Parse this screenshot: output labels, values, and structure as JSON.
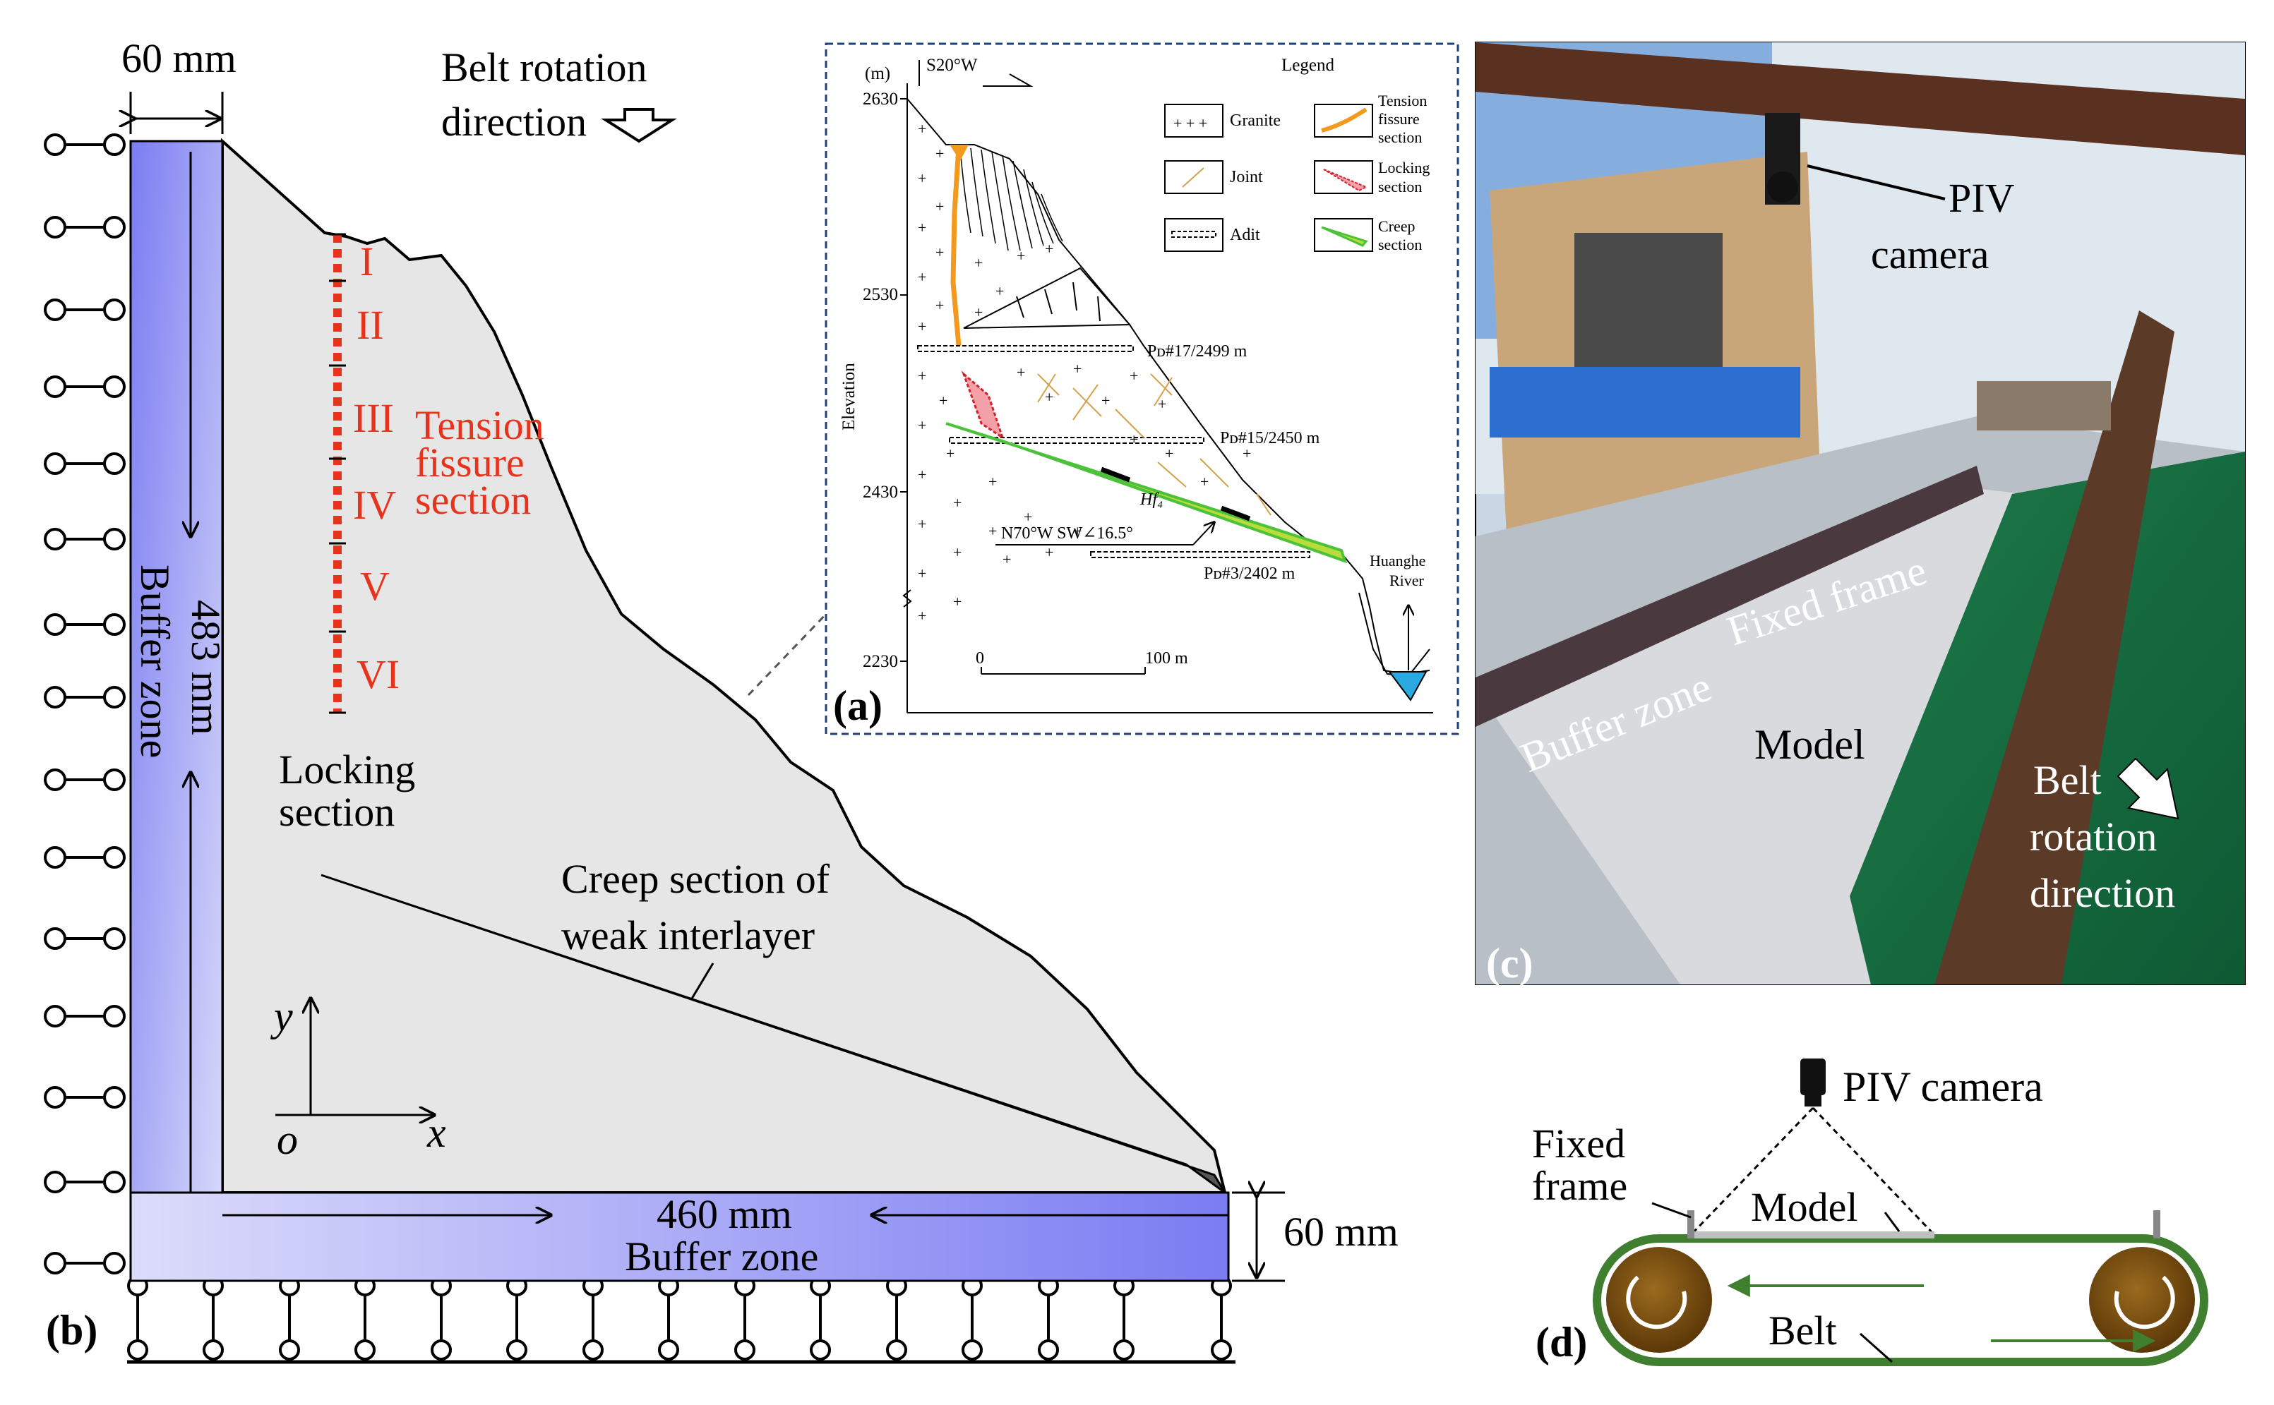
{
  "panel_b": {
    "label": "(b)",
    "top_width_label": "60 mm",
    "belt_label_line1": "Belt rotation",
    "belt_label_line2": "direction",
    "section_marks": [
      "I",
      "II",
      "III",
      "IV",
      "V",
      "VI"
    ],
    "tension_line1": "Tension",
    "tension_line2": "fissure",
    "tension_line3": "section",
    "height_label": "483 mm",
    "left_buffer_label": "Buffer zone",
    "locking_line1": "Locking",
    "locking_line2": "section",
    "creep_line1": "Creep section of",
    "creep_line2": "weak interlayer",
    "axis_y": "y",
    "axis_x": "x",
    "axis_o": "o",
    "bottom_width_label": "460 mm",
    "bottom_buffer_label": "Buffer zone",
    "right_height_label": "60 mm"
  },
  "panel_a": {
    "label": "(a)",
    "unit": "(m)",
    "direction": "S20°W",
    "legend_title": "Legend",
    "legend": {
      "granite": "Granite",
      "joint": "Joint",
      "adit": "Adit",
      "tension_1": "Tension",
      "tension_2": "fissure",
      "tension_3": "section",
      "locking_1": "Locking",
      "locking_2": "section",
      "creep_1": "Creep",
      "creep_2": "section"
    },
    "y_axis_title": "Elevation",
    "y_ticks": [
      "2630",
      "2530",
      "2430",
      "2230"
    ],
    "adit_1": "Pᴅ#17/2499 m",
    "adit_2": "Pᴅ#15/2450 m",
    "adit_3": "Pᴅ#3/2402 m",
    "fault_label": "Hf₄",
    "dip_label": "N70°W SW∠16.5°",
    "river_1": "Huanghe",
    "river_2": "River",
    "scale_0": "0",
    "scale_100": "100 m"
  },
  "panel_c": {
    "label": "(c)",
    "piv_1": "PIV",
    "piv_2": "camera",
    "fixed_frame": "Fixed frame",
    "buffer_zone": "Buffer zone",
    "model": "Model",
    "belt_1": "Belt",
    "belt_2": "rotation",
    "belt_3": "direction"
  },
  "panel_d": {
    "label": "(d)",
    "piv_camera": "PIV camera",
    "fixed_1": "Fixed",
    "fixed_2": "frame",
    "model": "Model",
    "belt": "Belt"
  },
  "colors": {
    "buffer_blue": "#7b7cf2",
    "slope_gray": "#e6e6e6",
    "tension_red": "#e8331c",
    "creep_green": "#4cc23a",
    "tension_orange": "#f39a1e",
    "belt_green": "#3f7f2f",
    "roller_brown": "#7a4d0d"
  }
}
